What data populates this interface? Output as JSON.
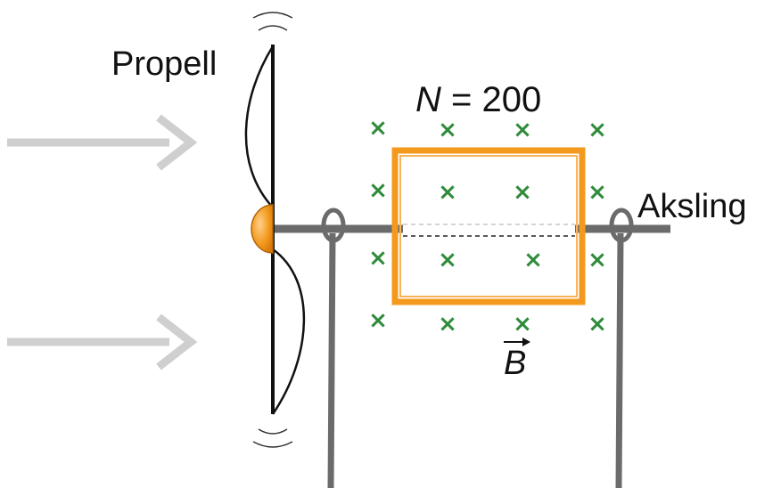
{
  "labels": {
    "propeller": "Propell",
    "turns_symbol": "N",
    "turns_equals": " = 200",
    "shaft": "Aksling",
    "field_symbol": "B"
  },
  "field_marker": "×",
  "colors": {
    "coil": "#f39a1e",
    "field_marks": "#2e8b3a",
    "frame": "#6b6b6b",
    "wind_arrows": "#cfcfcf",
    "hub": "#f39a1e"
  }
}
